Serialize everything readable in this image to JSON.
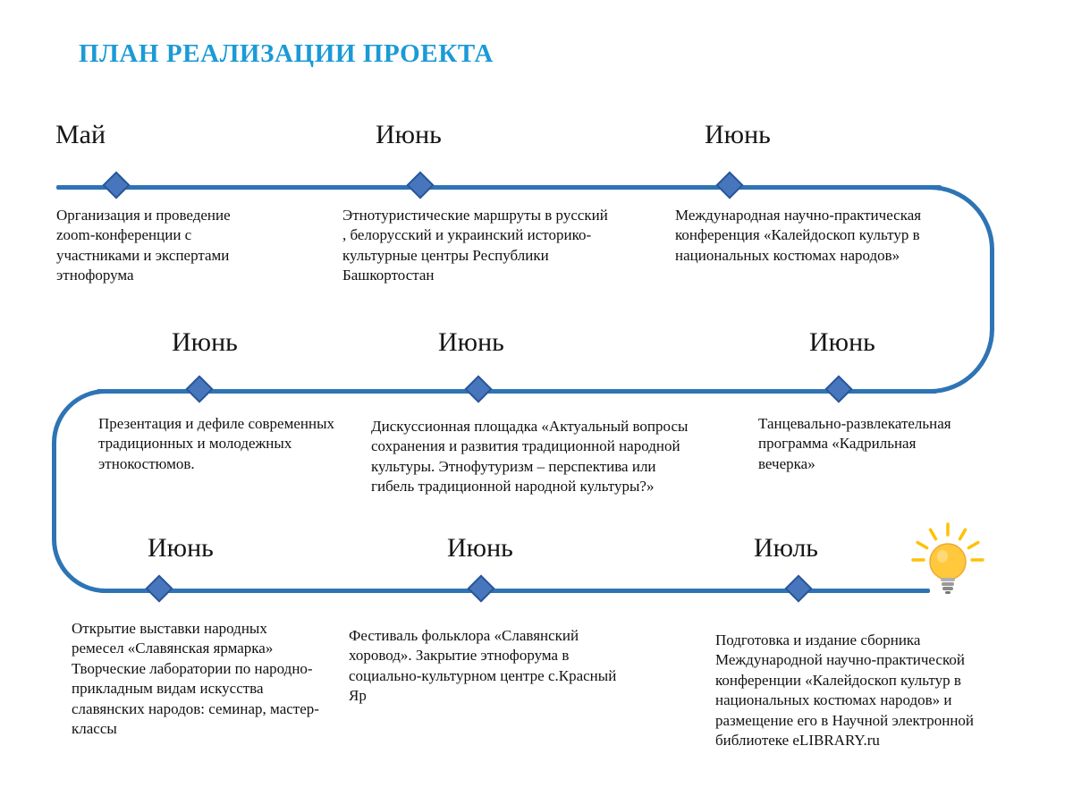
{
  "title": "ПЛАН РЕАЛИЗАЦИИ ПРОЕКТА",
  "colors": {
    "title": "#1b9ad6",
    "timeline": "#2e74b5",
    "marker_fill": "#4776bc",
    "marker_border": "#2a5699",
    "bulb": "#ffc83d"
  },
  "milestones": [
    {
      "month": "Май",
      "text": "Организация и проведение zoom-конференции с участниками и экспертами этнофорума"
    },
    {
      "month": "Июнь",
      "text": "Этнотуристические маршруты в русский , белорусский  и украинский историко-культурные центры Республики Башкортостан"
    },
    {
      "month": "Июнь",
      "text": "Международная научно-практическая конференция «Калейдоскоп культур в национальных костюмах народов»"
    },
    {
      "month": "Июнь",
      "text": "Презентация и дефиле современных традиционных и молодежных этнокостюмов."
    },
    {
      "month": "Июнь",
      "text": "Дискуссионная площадка «Актуальный вопросы сохранения и развития традиционной народной культуры. Этнофутуризм – перспектива или гибель традиционной народной культуры?»"
    },
    {
      "month": "Июнь",
      "text": "Танцевально-развлекательная программа «Кадрильная вечерка»"
    },
    {
      "month": "Июнь",
      "text": "Открытие выставки народных ремесел «Славянская ярмарка» Творческие лаборатории по народно-прикладным видам искусства славянских народов: семинар, мастер-классы"
    },
    {
      "month": "Июнь",
      "text": "Фестиваль фольклора «Славянский хоровод». Закрытие этнофорума в социально-культурном центре с.Красный Яр"
    },
    {
      "month": "Июль",
      "text": "Подготовка и издание сборника Международной научно-практической конференции «Калейдоскоп культур в национальных костюмах народов» и размещение его в Научной электронной библиотеке eLIBRARY.ru"
    }
  ],
  "icons": {
    "end": "lightbulb-icon"
  }
}
